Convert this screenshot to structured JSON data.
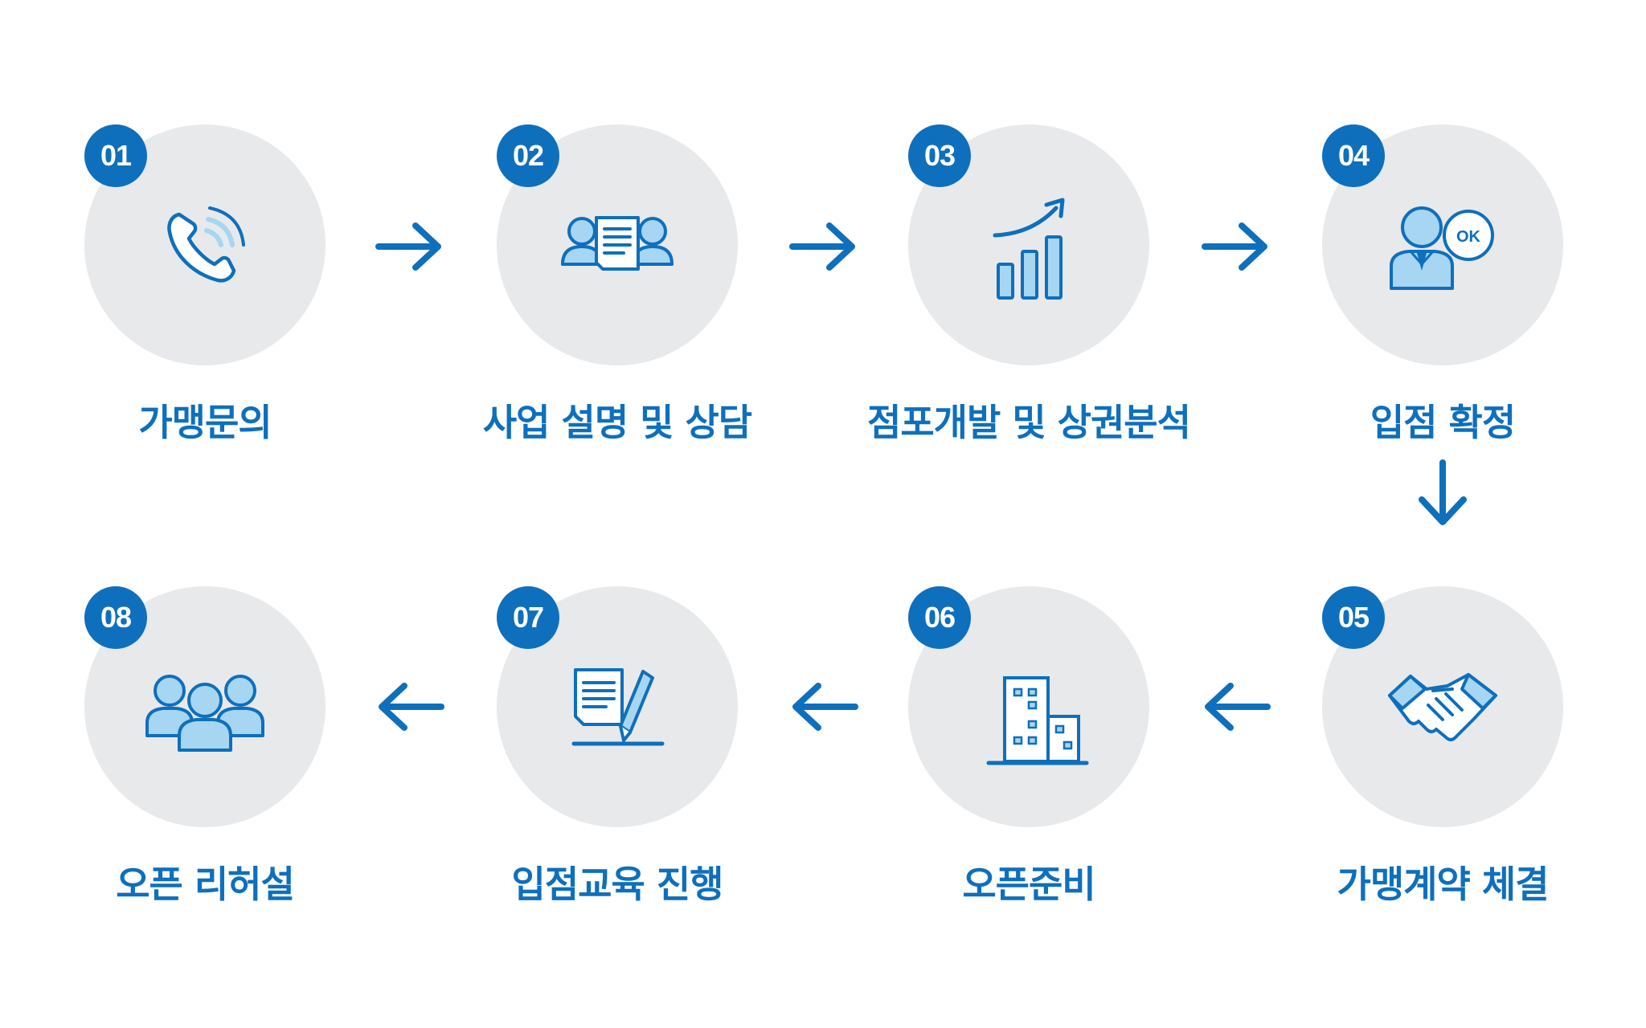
{
  "colors": {
    "accent": "#0e6fbd",
    "icon_fill": "#a6d6f2",
    "circle": "#e8e9eb"
  },
  "steps": [
    {
      "number": "01",
      "label": "가맹문의",
      "icon": "phone-icon"
    },
    {
      "number": "02",
      "label": "사업 설명 및 상담",
      "icon": "consultation-icon"
    },
    {
      "number": "03",
      "label": "점포개발 및 상권분석",
      "icon": "growth-chart-icon"
    },
    {
      "number": "04",
      "label": "입점 확정",
      "icon": "approval-icon"
    },
    {
      "number": "05",
      "label": "가맹계약 체결",
      "icon": "handshake-icon"
    },
    {
      "number": "06",
      "label": "오픈준비",
      "icon": "building-icon"
    },
    {
      "number": "07",
      "label": "입점교육 진행",
      "icon": "document-signing-icon"
    },
    {
      "number": "08",
      "label": "오픈 리허설",
      "icon": "team-icon"
    }
  ],
  "icon_text": {
    "ok": "OK"
  }
}
